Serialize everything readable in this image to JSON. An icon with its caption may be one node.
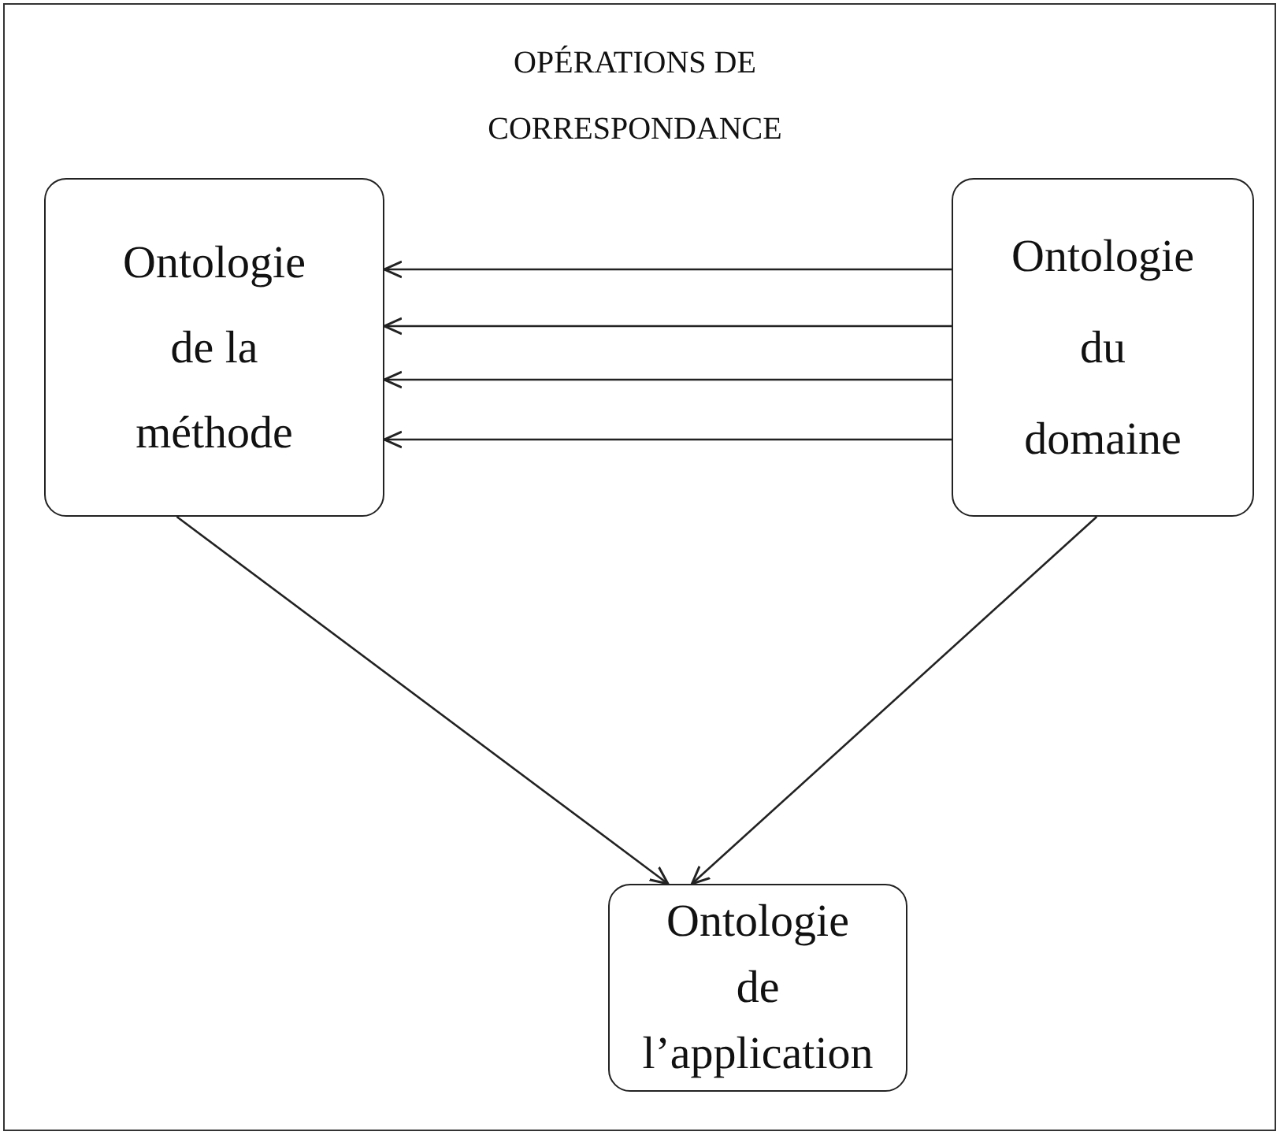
{
  "diagram": {
    "nodes": [
      {
        "text": [
          "Ontologie de la méthode"
        ]
      },
      {
        "text": [
          "Ontologie du domaine"
        ]
      },
      {
        "text": [
          "Ontologie de l’application"
        ]
      }
    ],
    "edges": [
      {
        "from": 1,
        "to": 0,
        "arrow": "to"
      },
      {
        "from": 1,
        "to": 0,
        "arrow": "to"
      },
      {
        "from": 1,
        "to": 0,
        "arrow": "to"
      },
      {
        "from": 1,
        "to": 0,
        "arrow": "to"
      },
      {
        "from": 0,
        "to": 2,
        "arrow": "to"
      },
      {
        "from": 1,
        "to": 2,
        "arrow": "to"
      }
    ],
    "labels": [
      "OPÉRATIONS DE CORRESPONDANCE"
    ]
  }
}
